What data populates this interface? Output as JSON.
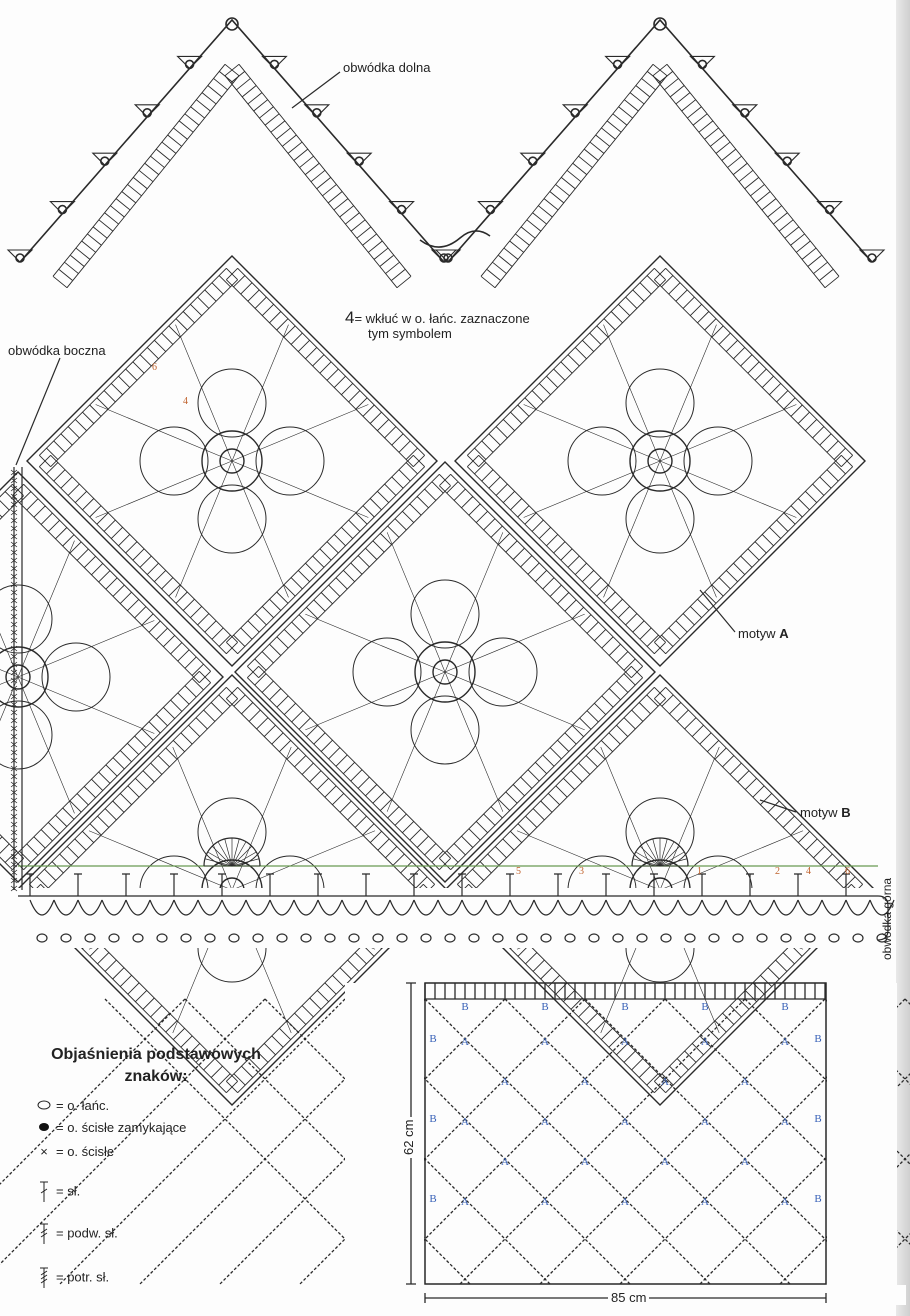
{
  "labels": {
    "bottom_border": "obwódka dolna",
    "side_border": "obwódka boczna",
    "top_border": "obwódka górna",
    "note_symbol": "4",
    "note_line1": "= wkłuć w o. łańc. zaznaczone",
    "note_line2": "tym symbolem",
    "motif_a_prefix": "motyw",
    "motif_a": "A",
    "motif_b_prefix": "motyw",
    "motif_b": "B"
  },
  "row_numbers": [
    "6",
    "4",
    "3",
    "5",
    "1",
    "2",
    "4",
    "6"
  ],
  "legend": {
    "title": "Objaśnienia podstawowych znaków:",
    "items": [
      {
        "icon": "chain-oval-icon",
        "text": "= o. łańc."
      },
      {
        "icon": "slip-stitch-dot-icon",
        "text": "= o. ścisłe zamykające"
      },
      {
        "icon": "cross-icon",
        "text": "= o. ścisłe"
      },
      {
        "icon": "double-crochet-icon",
        "text": "= sł."
      },
      {
        "icon": "treble-crochet-icon",
        "text": "= podw. sł."
      },
      {
        "icon": "triple-treble-icon",
        "text": "= potr. sł."
      }
    ]
  },
  "schematic": {
    "height_label": "62 cm",
    "width_label": "85 cm",
    "motif_a": "A",
    "motif_b": "B"
  },
  "colors": {
    "ink": "#2a2a2a",
    "row_number": "#c0622c",
    "motif_letter": "#3a63b8",
    "paper": "#fdfdfd"
  }
}
